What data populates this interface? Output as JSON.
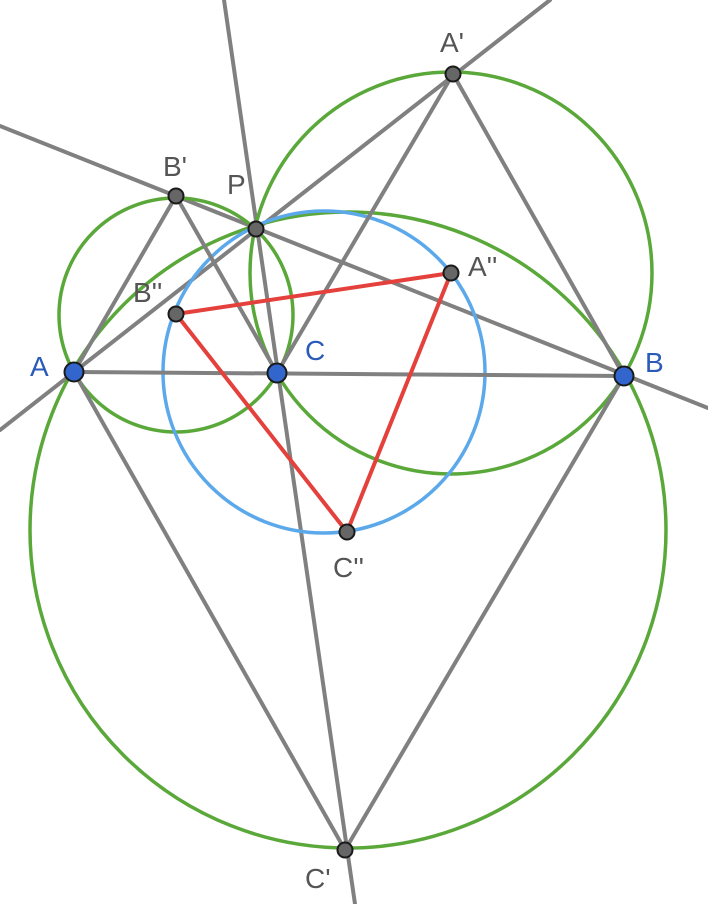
{
  "colors": {
    "background": "#ffffff",
    "line": "#808080",
    "green_circle": "#5aa83a",
    "blue_circle": "#5ba8ea",
    "red_triangle": "#e5413c",
    "given_point": "#3366cc",
    "constructed_point": "#666666",
    "label_given": "#2a5bb8",
    "label_constructed": "#555555"
  },
  "points": {
    "A": {
      "label": "A"
    },
    "B": {
      "label": "B"
    },
    "C": {
      "label": "C"
    },
    "P": {
      "label": "P"
    },
    "A1": {
      "label": "A'"
    },
    "B1": {
      "label": "B'"
    },
    "C1": {
      "label": "C'"
    },
    "A2": {
      "label": "A''"
    },
    "B2": {
      "label": "B''"
    },
    "C2": {
      "label": "C''"
    }
  }
}
